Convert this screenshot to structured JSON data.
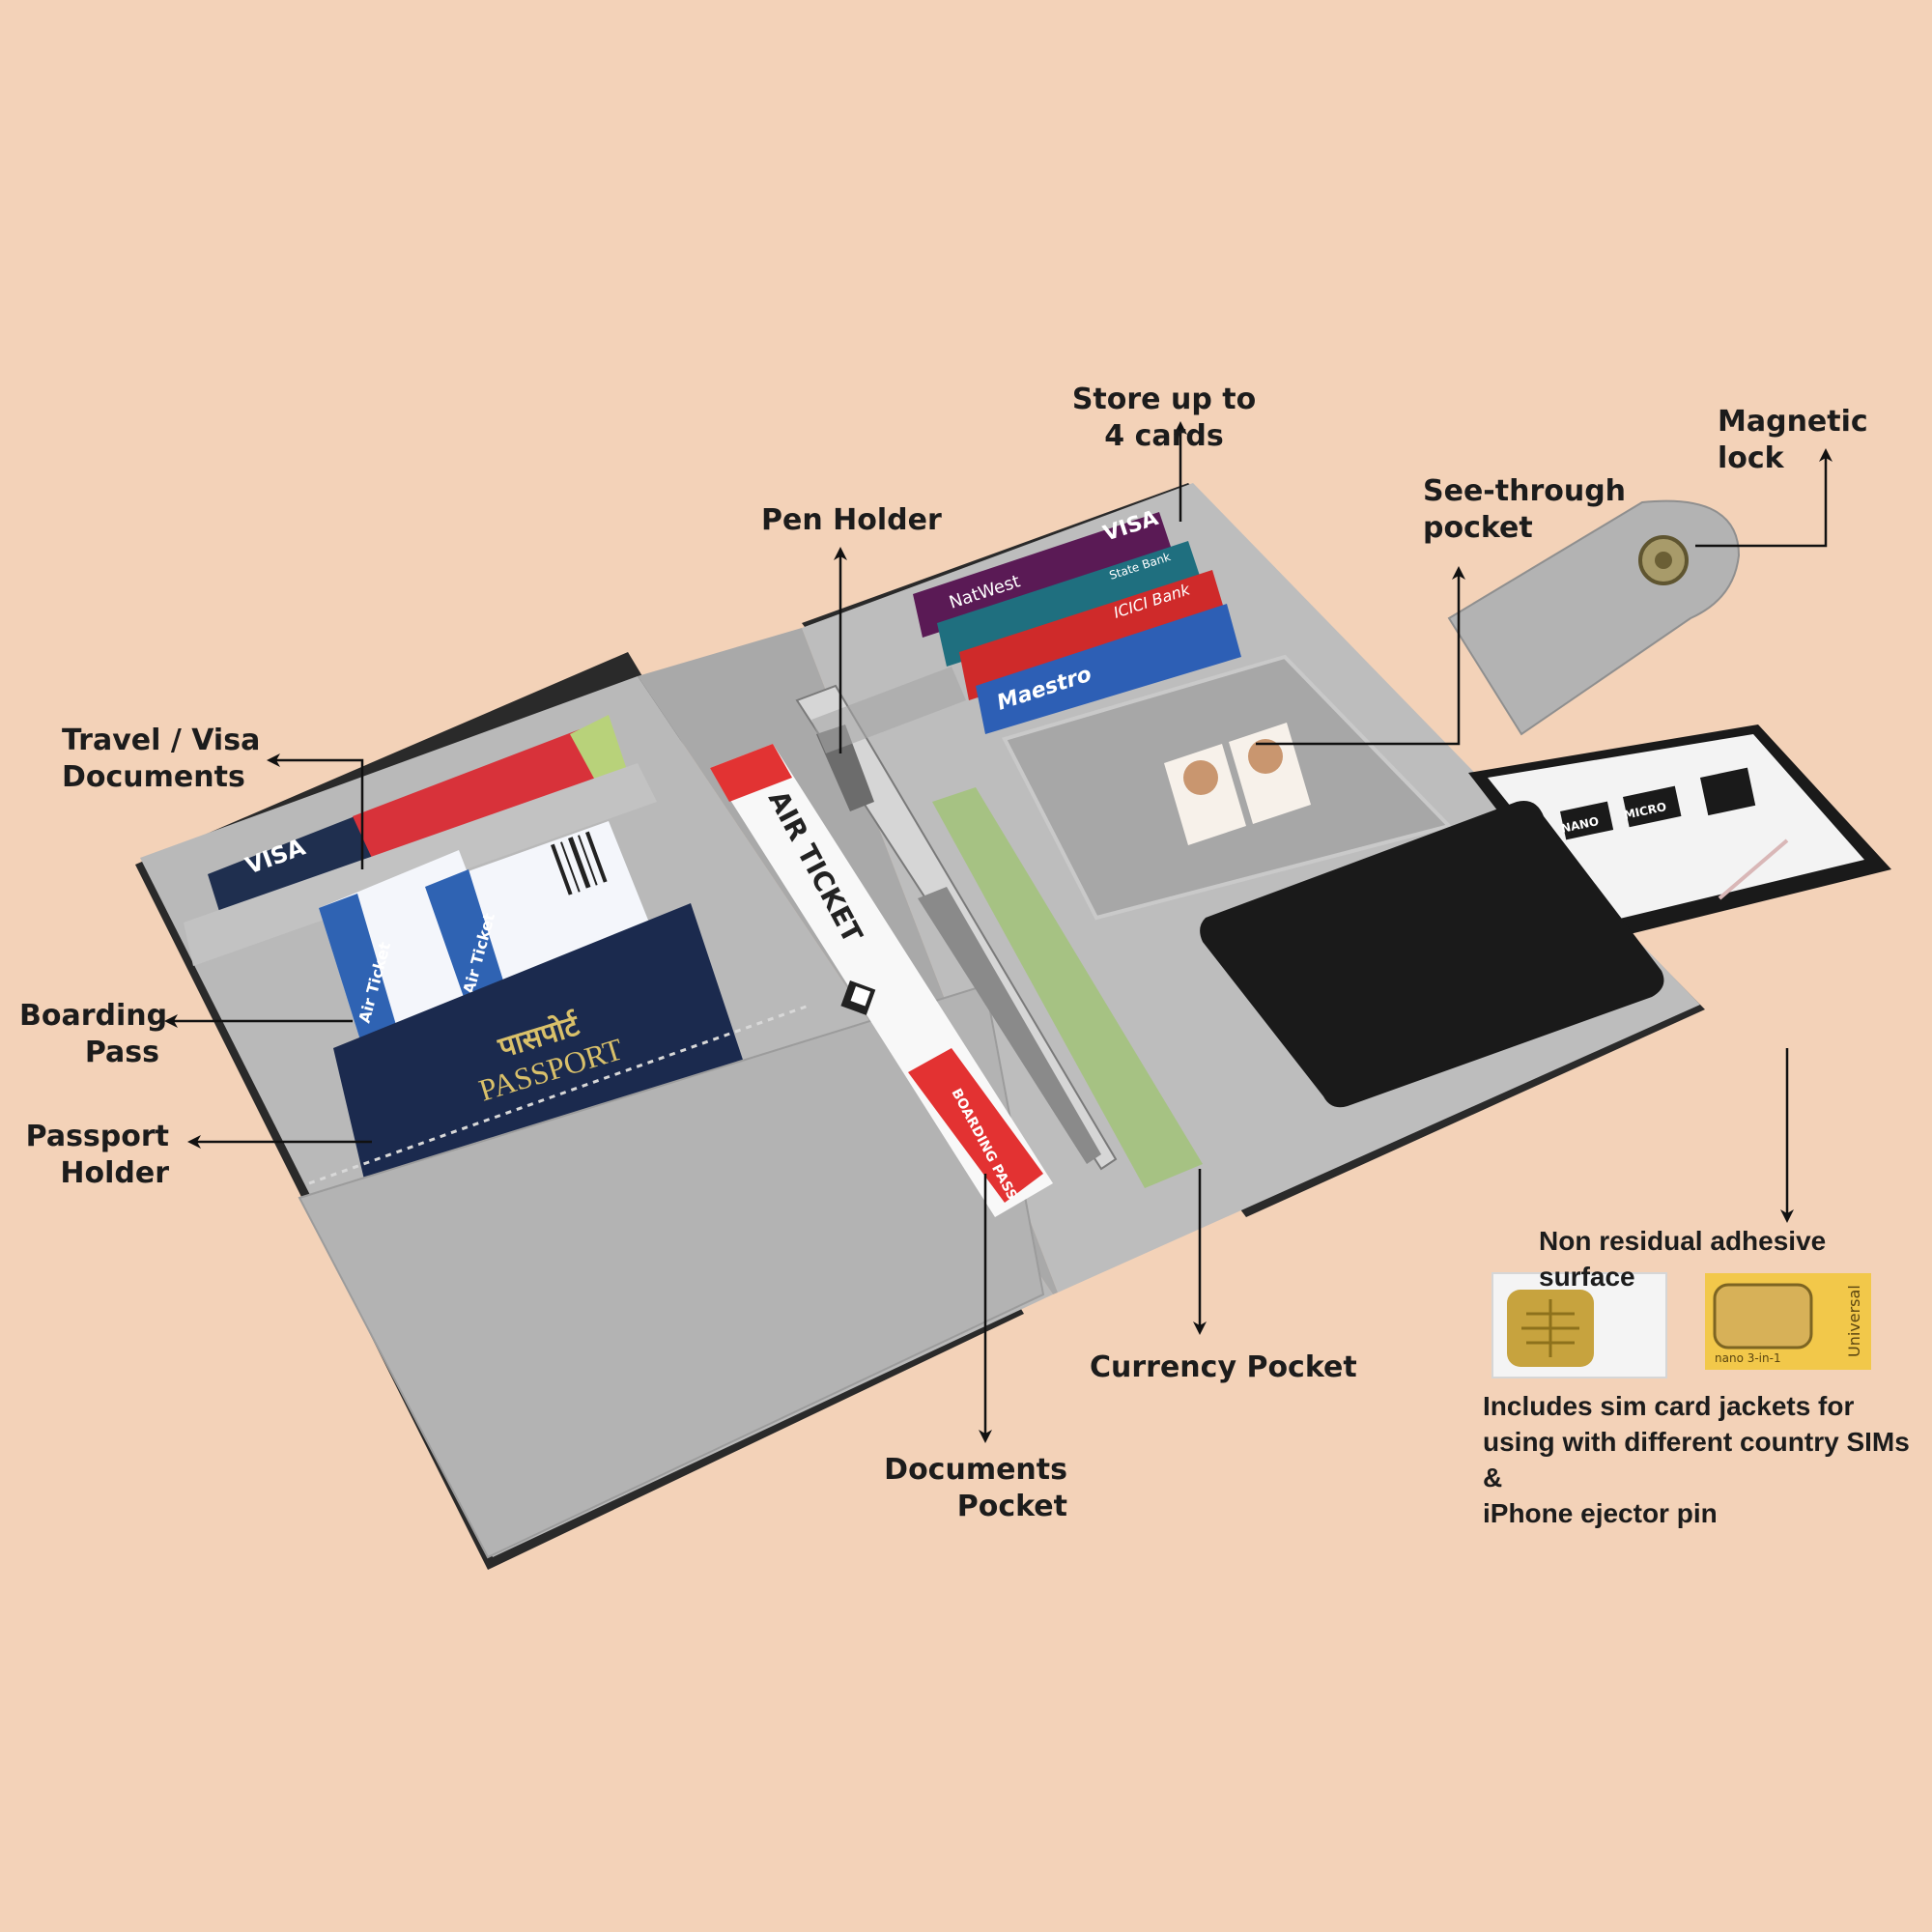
{
  "labels": {
    "store_cards": "Store up to\n4 cards",
    "magnetic_lock": "Magnetic lock",
    "see_through": "See-through\npocket",
    "pen_holder": "Pen Holder",
    "travel_visa": "Travel / Visa\nDocuments",
    "boarding_pass": "Boarding\nPass",
    "passport_holder": "Passport\nHolder",
    "currency_pocket": "Currency Pocket",
    "documents_pocket": "Documents\nPocket",
    "adhesive": "Non residual adhesive surface",
    "sim_jackets": "Includes sim card jackets for\nusing with different country SIMs &\niPhone ejector pin"
  },
  "items": {
    "visa_doc": "VISA",
    "card_visa": "VISA",
    "card_natwest": "NatWest",
    "card_sbi": "State Bank",
    "card_icici": "ICICI Bank",
    "card_maestro": "Maestro",
    "passport_hindi": "पासपोर्ट",
    "passport": "PASSPORT",
    "air_ticket": "AIR TICKET",
    "boarding_pass_doc": "BOARDING PASS",
    "bp_air_ticket": "Air Ticket",
    "sim_nano": "NANO",
    "sim_micro": "MICRO",
    "sim_universal": "Universal",
    "sim_3in1": "nano 3-in-1"
  },
  "colors": {
    "background": "#f3d2b8",
    "wallet_gray": "#b7b7b7",
    "passport_navy": "#1b2a4e",
    "phone_black": "#1a1a1a"
  }
}
